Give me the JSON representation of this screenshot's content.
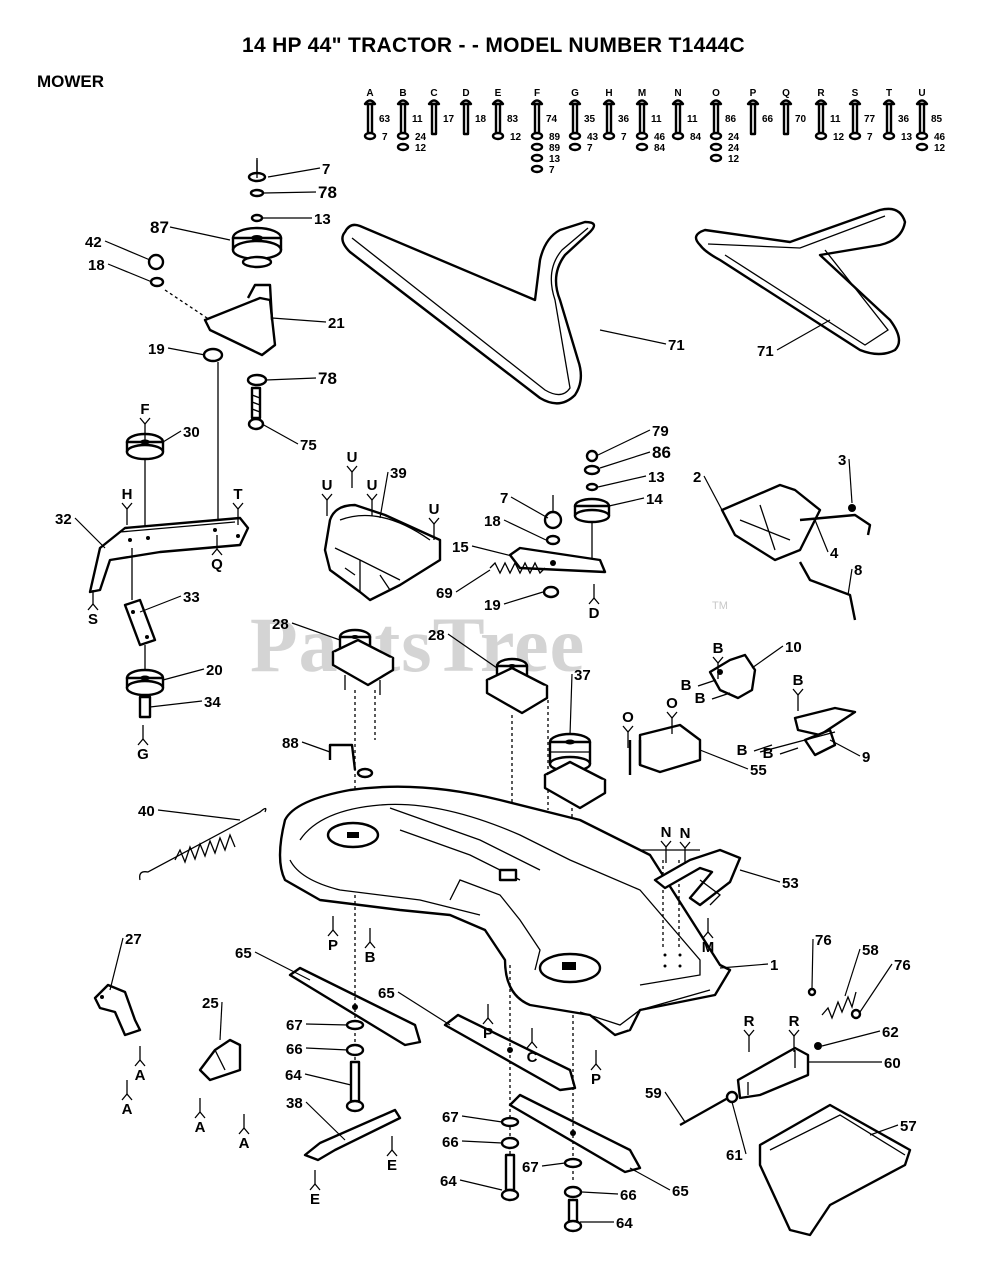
{
  "title": "14 HP 44\"  TRACTOR - - MODEL NUMBER T1444C",
  "section": "MOWER",
  "watermark": "PartsTree",
  "watermark_tm": "TM",
  "hardware_key": [
    {
      "letter": "A",
      "items": [
        "63",
        "7"
      ]
    },
    {
      "letter": "B",
      "items": [
        "11",
        "24",
        "12"
      ]
    },
    {
      "letter": "C",
      "items": [
        "17"
      ]
    },
    {
      "letter": "D",
      "items": [
        "18"
      ]
    },
    {
      "letter": "E",
      "items": [
        "83",
        "12"
      ]
    },
    {
      "letter": "F",
      "items": [
        "74",
        "89",
        "89",
        "13",
        "7"
      ]
    },
    {
      "letter": "G",
      "items": [
        "35",
        "43",
        "7"
      ]
    },
    {
      "letter": "H",
      "items": [
        "36",
        "7"
      ]
    },
    {
      "letter": "M",
      "items": [
        "11",
        "46",
        "84"
      ]
    },
    {
      "letter": "N",
      "items": [
        "11",
        "84"
      ]
    },
    {
      "letter": "O",
      "items": [
        "86",
        "24",
        "24",
        "12"
      ]
    },
    {
      "letter": "P",
      "items": [
        "66"
      ]
    },
    {
      "letter": "Q",
      "items": [
        "70"
      ]
    },
    {
      "letter": "R",
      "items": [
        "11",
        "12"
      ]
    },
    {
      "letter": "S",
      "items": [
        "77",
        "7"
      ]
    },
    {
      "letter": "T",
      "items": [
        "36",
        "13"
      ]
    },
    {
      "letter": "U",
      "items": [
        "85",
        "46",
        "12"
      ]
    }
  ],
  "callouts": [
    "7",
    "78",
    "13",
    "87",
    "42",
    "18",
    "21",
    "19",
    "78",
    "75",
    "71",
    "71",
    "30",
    "32",
    "33",
    "20",
    "34",
    "39",
    "79",
    "86",
    "13",
    "14",
    "7",
    "18",
    "15",
    "69",
    "19",
    "3",
    "2",
    "4",
    "8",
    "28",
    "28",
    "37",
    "10",
    "9",
    "88",
    "40",
    "55",
    "53",
    "1",
    "76",
    "58",
    "76",
    "62",
    "60",
    "27",
    "25",
    "65",
    "65",
    "67",
    "66",
    "64",
    "38",
    "59",
    "61",
    "57",
    "67",
    "66",
    "64",
    "67",
    "66",
    "64",
    "65"
  ],
  "letter_refs": [
    "F",
    "H",
    "T",
    "Q",
    "S",
    "G",
    "U",
    "U",
    "U",
    "U",
    "D",
    "B",
    "B",
    "B",
    "B",
    "B",
    "B",
    "O",
    "O",
    "N",
    "N",
    "M",
    "P",
    "B",
    "P",
    "C",
    "P",
    "R",
    "R",
    "A",
    "A",
    "A",
    "A",
    "E",
    "E"
  ]
}
